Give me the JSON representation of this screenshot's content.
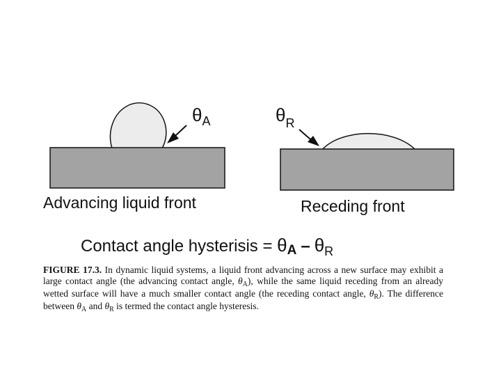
{
  "advancing": {
    "label": "Advancing liquid front",
    "theta": "θ",
    "sub": "A"
  },
  "receding": {
    "label": "Receding front",
    "theta": "θ",
    "sub": "R"
  },
  "equation": {
    "text": "Contact angle hysterisis = ",
    "theta_a": "θ",
    "sub_a": "A",
    "minus": "–",
    "theta_r": "θ",
    "sub_r": "R"
  },
  "caption": {
    "figure": "FIGURE 17.3.",
    "p1": " In dynamic liquid systems, a liquid front advancing across a new surface may exhibit a large contact angle (the advancing contact angle, ",
    "theta1": "θ",
    "sub1": "A",
    "p2": "), while the same liquid receding from an already wetted surface will have a much smaller contact angle (the receding contact angle, ",
    "theta2": "θ",
    "sub2": "R",
    "p3": "). The difference between ",
    "theta3": "θ",
    "sub3": "A",
    "p4": " and ",
    "theta4": "θ",
    "sub4": "R",
    "p5": " is termed the contact angle hysteresis."
  },
  "colors": {
    "substrate": "#a3a3a3",
    "droplet": "#ececec",
    "outline": "#111111"
  }
}
